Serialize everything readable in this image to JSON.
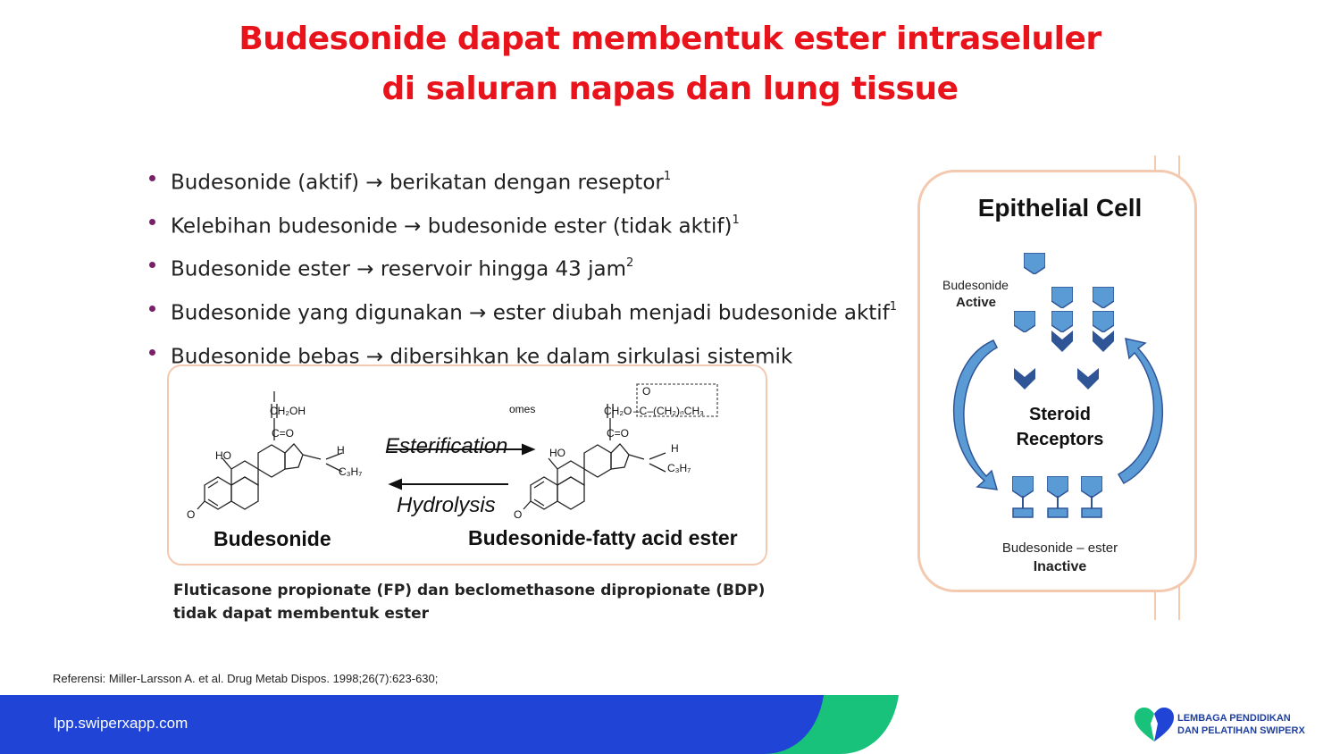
{
  "title": {
    "line1": "Budesonide dapat membentuk ester intraseluler",
    "line2": "di saluran napas dan lung tissue"
  },
  "bullets": [
    {
      "text": "Budesonide (aktif) → berikatan dengan reseptor",
      "ref": "1"
    },
    {
      "text": "Kelebihan budesonide → budesonide ester (tidak aktif)",
      "ref": "1"
    },
    {
      "text": "Budesonide ester → reservoir hingga 43 jam",
      "ref": "2"
    },
    {
      "text": "Budesonide yang digunakan → ester diubah menjadi budesonide aktif",
      "ref": "1"
    },
    {
      "text": "Budesonide bebas → dibersihkan ke dalam sirkulasi sistemik",
      "ref": ""
    }
  ],
  "chemistry": {
    "left_label": "Budesonide",
    "right_label": "Budesonide-fatty acid ester",
    "forward_label": "Esterification",
    "reverse_label": "Hydrolysis",
    "cropped_text": "omes",
    "left_groups": {
      "top": "CH₂OH",
      "carbonyl": "C=O",
      "ho": "HO",
      "h": "H",
      "propyl": "C₃H₇",
      "oxo": "O"
    },
    "right_groups": {
      "top": "CH₂O",
      "ester": "–C–(CH₂)ₙCH₃",
      "ester_o": "O",
      "carbonyl": "C=O",
      "ho": "HO",
      "h": "H",
      "propyl": "C₃H₇",
      "oxo": "O"
    }
  },
  "note": "Fluticasone propionate (FP) dan beclomethasone dipropionate (BDP) tidak dapat membentuk ester",
  "cell": {
    "title": "Epithelial Cell",
    "active_line1": "Budesonide",
    "active_line2": "Active",
    "receptors_line1": "Steroid",
    "receptors_line2": "Receptors",
    "inactive_line1": "Budesonide – ester",
    "inactive_line2": "Inactive"
  },
  "reference": "Referensi: Miller-Larsson A. et al. Drug Metab Dispos. 1998;26(7):623-630;",
  "footer": {
    "url": "lpp.swiperxapp.com",
    "logo_line1": "LEMBAGA PENDIDIKAN",
    "logo_line2": "DAN PELATIHAN SWIPERX"
  },
  "colors": {
    "title_red": "#e8131b",
    "bullet_purple": "#7a1f6a",
    "panel_border": "#f3c9b0",
    "footer_blue": "#1f44d6",
    "footer_green": "#18c27a",
    "shape_blue": "#5b9bd5",
    "shape_dark": "#2f5597",
    "logo_blue": "#1f3f9e"
  }
}
